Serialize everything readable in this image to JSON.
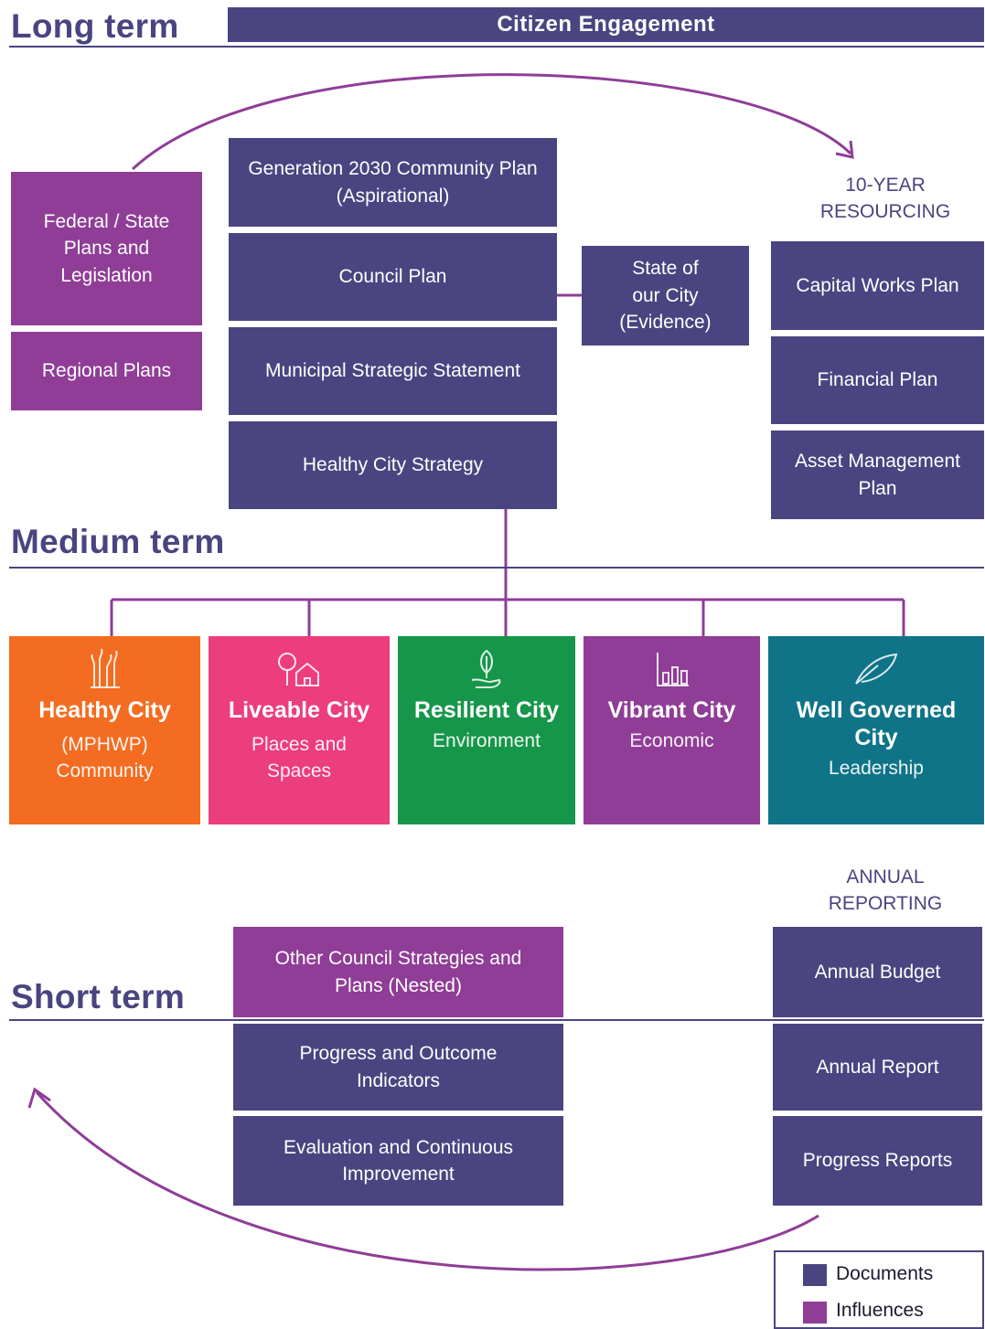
{
  "colors": {
    "documents": "#4a4480",
    "influences": "#8f3d97",
    "healthy": "#f36c21",
    "liveable": "#ec3d7c",
    "resilient": "#16964a",
    "vibrant": "#8f3d97",
    "governed": "#0f7488"
  },
  "terms": {
    "long": "Long term",
    "medium": "Medium term",
    "short": "Short term"
  },
  "banner": "Citizen Engagement",
  "influences_left": {
    "federal": "Federal / State Plans and Legislation",
    "regional": "Regional Plans"
  },
  "long_docs": [
    "Generation 2030 Community Plan (Aspirational)",
    "Council Plan",
    "Municipal Strategic Statement",
    "Healthy City Strategy"
  ],
  "state_of_city": "State of our City (Evidence)",
  "resourcing": {
    "heading": "10-YEAR RESOURCING",
    "items": [
      "Capital Works Plan",
      "Financial Plan",
      "Asset Management Plan"
    ]
  },
  "themes": [
    {
      "name": "Healthy City",
      "sub": "(MPHWP) Community",
      "icon": "plants-icon"
    },
    {
      "name": "Liveable City",
      "sub": "Places and Spaces",
      "icon": "house-trees-icon"
    },
    {
      "name": "Resilient City",
      "sub": "Environment",
      "icon": "hand-leaf-icon"
    },
    {
      "name": "Vibrant City",
      "sub": "Economic",
      "icon": "bar-chart-icon"
    },
    {
      "name": "Well Governed City",
      "sub": "Leadership",
      "icon": "feather-icon"
    }
  ],
  "short_influence": "Other Council Strategies and Plans (Nested)",
  "short_docs": [
    "Progress and Outcome Indicators",
    "Evaluation and Continuous Improvement"
  ],
  "reporting": {
    "heading": "ANNUAL REPORTING",
    "items": [
      "Annual Budget",
      "Annual Report",
      "Progress Reports"
    ]
  },
  "legend": {
    "documents": "Documents",
    "influences": "Influences"
  }
}
